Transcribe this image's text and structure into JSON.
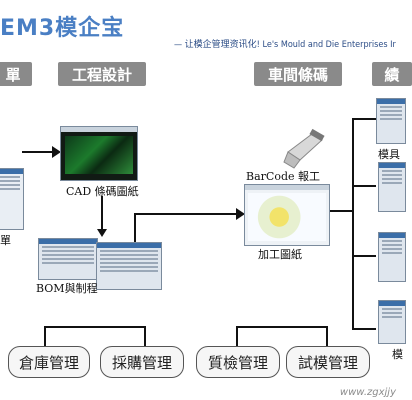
{
  "header": {
    "brand": "EM3模企宝",
    "subtitle": "— 让模企管理资讯化! Le's Mould and Die Enterprises Ir"
  },
  "stages": {
    "left": "單",
    "engineering": "工程設計",
    "workshop": "車間條碼",
    "right": "績"
  },
  "labels": {
    "cad": "CAD 條碼圖紙",
    "bom": "BOM與制程",
    "barcode": "BarCode 報工",
    "process_drawing": "加工圖紙",
    "left_edge": "單",
    "right_1": "模具",
    "right_2": "模"
  },
  "modules": {
    "warehouse": "倉庫管理",
    "purchasing": "採購管理",
    "quality": "質檢管理",
    "trial": "試模管理"
  },
  "watermark": "www.zgxjjy"
}
